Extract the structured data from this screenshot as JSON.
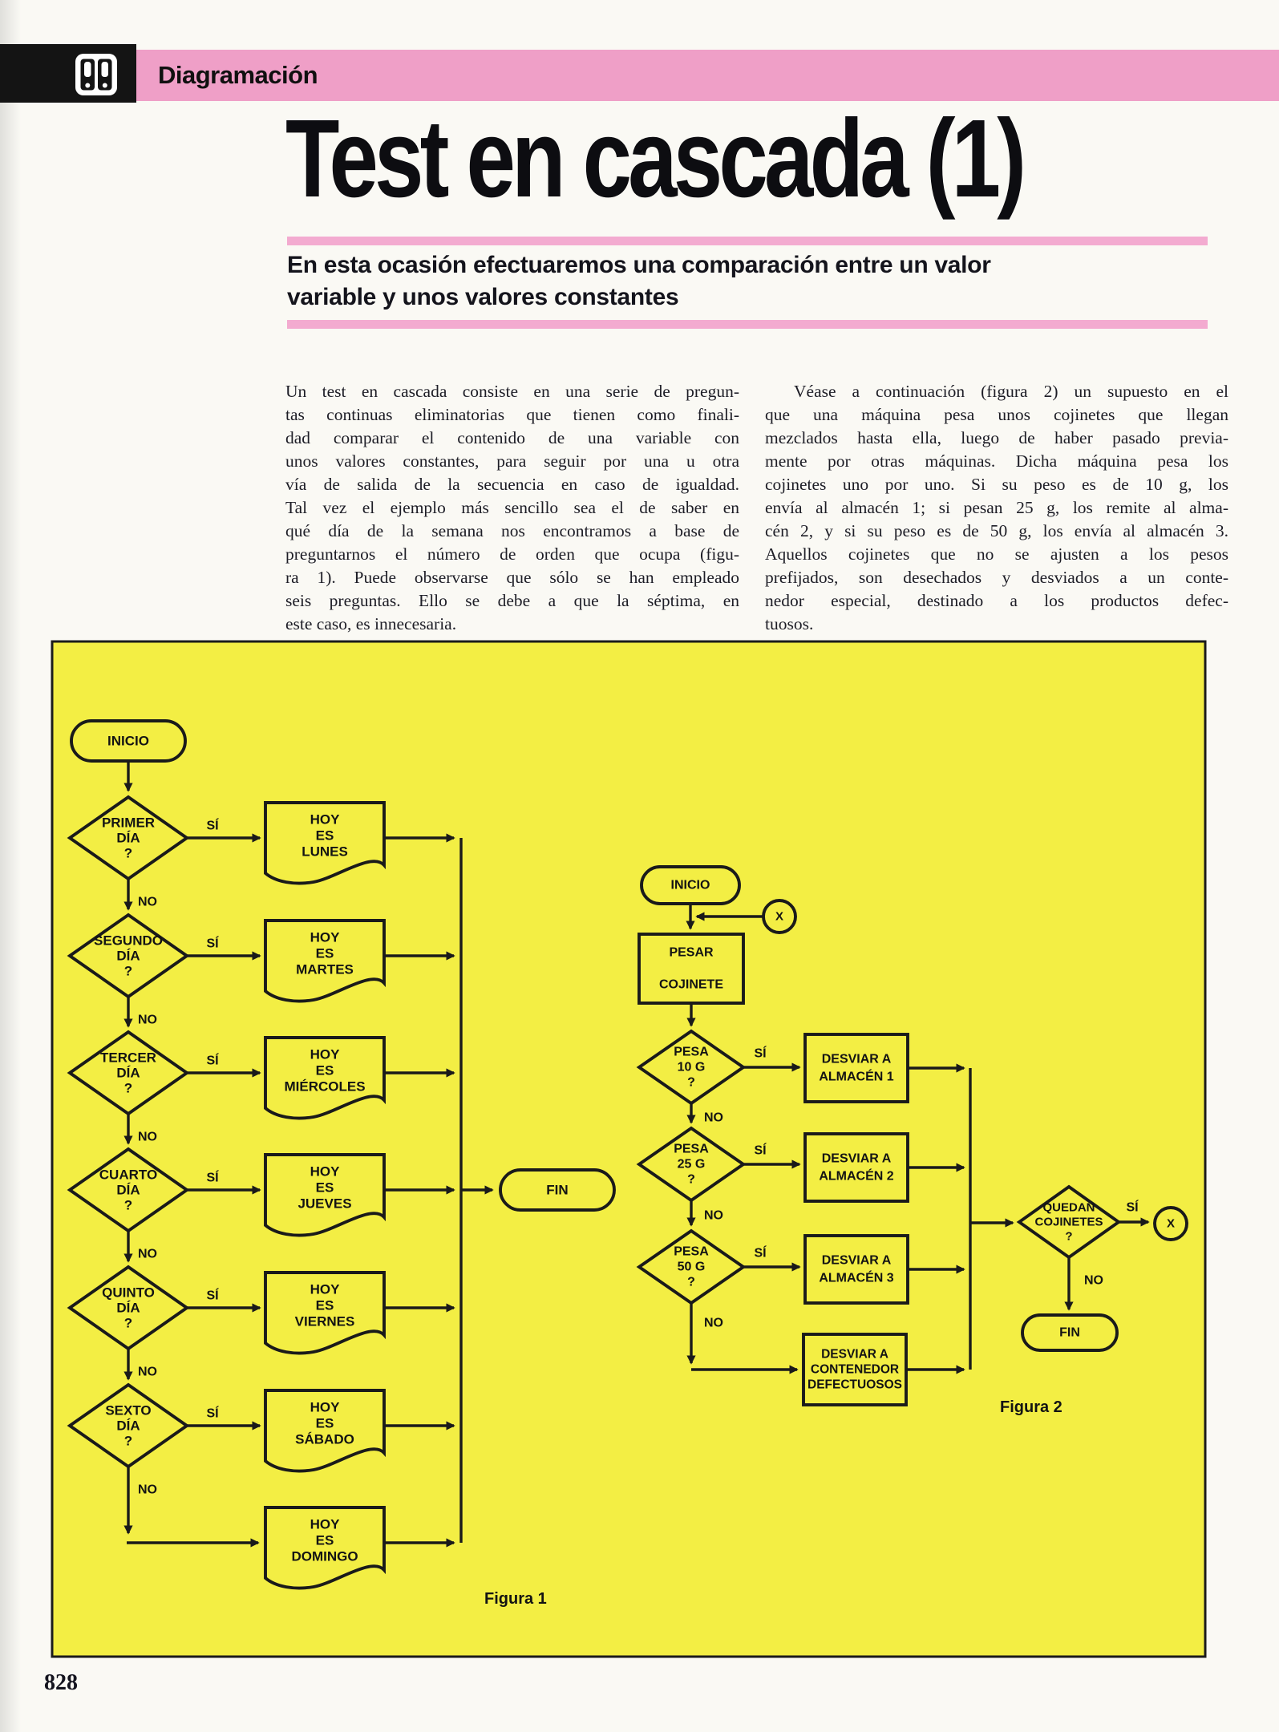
{
  "page": {
    "number": "828"
  },
  "header": {
    "section": "Diagramación",
    "icon": "binders-icon"
  },
  "article": {
    "title": "Test en cascada (1)",
    "subtitle_lines": [
      "En esta ocasión efectuaremos una comparación entre un valor",
      "variable y unos valores constantes"
    ],
    "col1_lines": [
      "Un test en cascada consiste en una serie de pregun-",
      "tas continuas eliminatorias que tienen como finali-",
      "dad comparar el contenido de una variable con",
      "unos valores constantes, para seguir por una u otra",
      "vía de salida de la secuencia en caso de igualdad.",
      "Tal vez el ejemplo más sencillo sea el de saber en",
      "qué día de la semana nos encontramos a base de",
      "preguntarnos el número de orden que ocupa (figu-",
      "ra 1). Puede observarse que sólo se han empleado",
      "seis preguntas. Ello se debe a que la séptima, en",
      "este caso, es innecesaria."
    ],
    "col2_lines": [
      "Véase a continuación (figura 2) un supuesto en el",
      "que una máquina pesa unos cojinetes que llegan",
      "mezclados hasta ella, luego de haber pasado previa-",
      "mente por otras máquinas. Dicha máquina pesa los",
      "cojinetes uno por uno. Si su peso es de 10 g, los",
      "envía al almacén 1; si pesan 25 g, los remite al alma-",
      "cén 2, y si su peso es de 50 g, los envía al almacén 3.",
      "Aquellos cojinetes que no se ajusten a los pesos",
      "prefijados, son desechados y desviados a un conte-",
      "nedor especial, destinado a los productos defec-",
      "tuosos."
    ]
  },
  "colors": {
    "panel_yellow": "#f3ee44",
    "band_pink": "#ef9fc7",
    "rule_pink": "#f3abd0",
    "ink": "#16161c",
    "paper": "#faf9f4"
  },
  "figures": {
    "fig1": {
      "caption": "Figura 1",
      "start": "INICIO",
      "end": "FIN",
      "yes": "SÍ",
      "no": "NO",
      "decisions": [
        [
          "PRIMER",
          "DÍA",
          "?"
        ],
        [
          "SEGUNDO",
          "DÍA",
          "?"
        ],
        [
          "TERCER",
          "DÍA",
          "?"
        ],
        [
          "CUARTO",
          "DÍA",
          "?"
        ],
        [
          "QUINTO",
          "DÍA",
          "?"
        ],
        [
          "SEXTO",
          "DÍA",
          "?"
        ]
      ],
      "documents": [
        [
          "HOY",
          "ES",
          "LUNES"
        ],
        [
          "HOY",
          "ES",
          "MARTES"
        ],
        [
          "HOY",
          "ES",
          "MIÉRCOLES"
        ],
        [
          "HOY",
          "ES",
          "JUEVES"
        ],
        [
          "HOY",
          "ES",
          "VIERNES"
        ],
        [
          "HOY",
          "ES",
          "SÁBADO"
        ],
        [
          "HOY",
          "ES",
          "DOMINGO"
        ]
      ]
    },
    "fig2": {
      "caption": "Figura 2",
      "start": "INICIO",
      "end": "FIN",
      "yes": "SÍ",
      "no": "NO",
      "connector": "X",
      "process": [
        "PESAR",
        "COJINETE"
      ],
      "decisions": [
        [
          "PESA",
          "10 G",
          "?"
        ],
        [
          "PESA",
          "25 G",
          "?"
        ],
        [
          "PESA",
          "50 G",
          "?"
        ]
      ],
      "final_decision": [
        "QUEDAN",
        "COJINETES",
        "?"
      ],
      "outputs": [
        [
          "DESVIAR A",
          "ALMACÉN 1"
        ],
        [
          "DESVIAR A",
          "ALMACÉN 2"
        ],
        [
          "DESVIAR A",
          "ALMACÉN 3"
        ]
      ],
      "reject_output": [
        "DESVIAR A",
        "CONTENEDOR",
        "DEFECTUOSOS"
      ]
    }
  }
}
